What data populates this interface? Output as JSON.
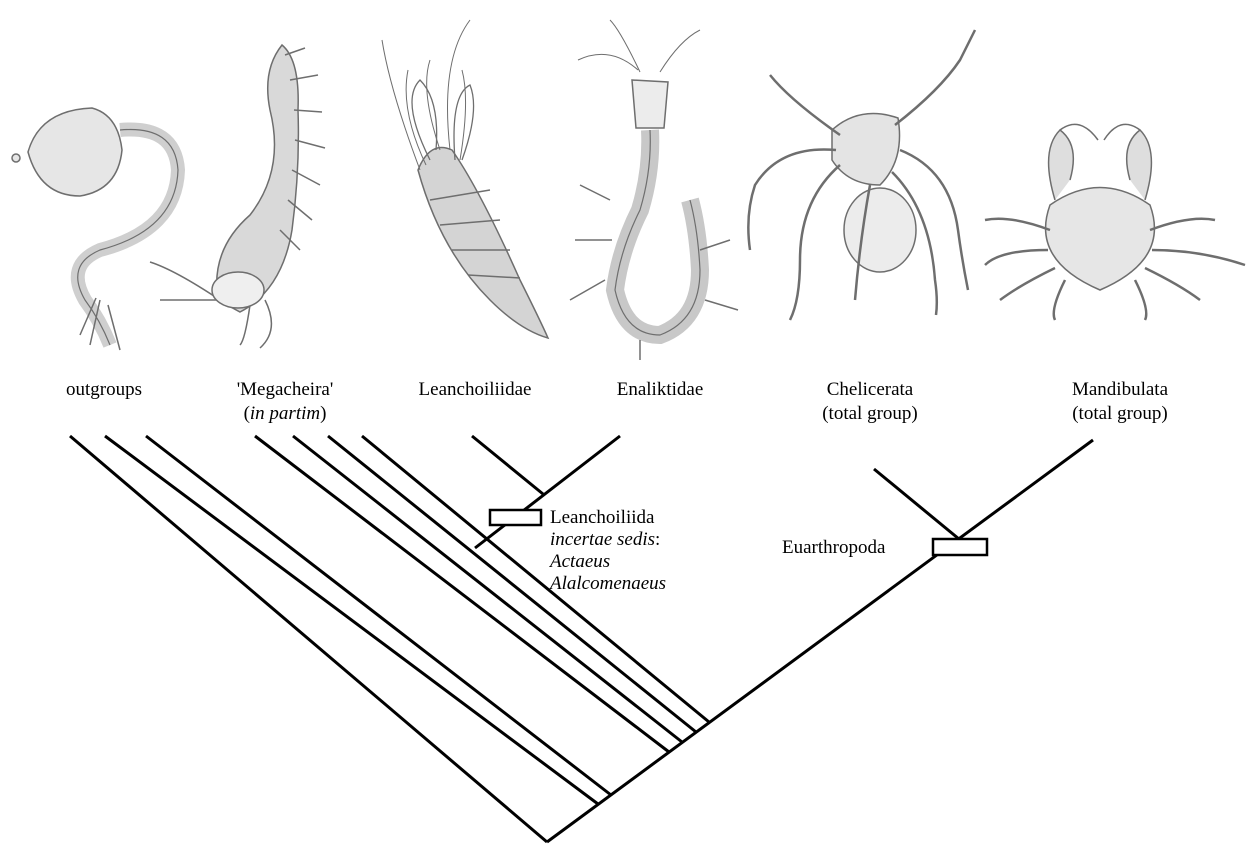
{
  "taxa": [
    {
      "id": "outgroups",
      "label": "outgroups",
      "icon": "hallucigenia-like-lobopodian-illustration"
    },
    {
      "id": "megacheira",
      "label": "'Megacheira'",
      "sublabel_open": "(",
      "sublabel_italic": "in partim",
      "sublabel_close": ")",
      "icon": "great-appendage-arthropod-illustration"
    },
    {
      "id": "leanchoiliidae",
      "label": "Leanchoiliidae",
      "icon": "leanchoilia-illustration"
    },
    {
      "id": "enaliktidae",
      "label": "Enaliktidae",
      "icon": "enalikter-illustration"
    },
    {
      "id": "chelicerata",
      "label": "Chelicerata",
      "sublabel": "(total group)",
      "icon": "spider-illustration"
    },
    {
      "id": "mandibulata",
      "label": "Mandibulata",
      "sublabel": "(total group)",
      "icon": "crab-illustration"
    }
  ],
  "nodes": {
    "leanchoiliida": {
      "label": "Leanchoiliida",
      "line2_italic": "incertae sedis",
      "line2_tail": ":",
      "members": [
        "Actaeus",
        "Alalcomenaeus"
      ]
    },
    "euarthropoda": {
      "label": "Euarthropoda"
    }
  },
  "colors": {
    "line": "#000000",
    "illustration": "#9a9a9a",
    "background": "#ffffff"
  }
}
